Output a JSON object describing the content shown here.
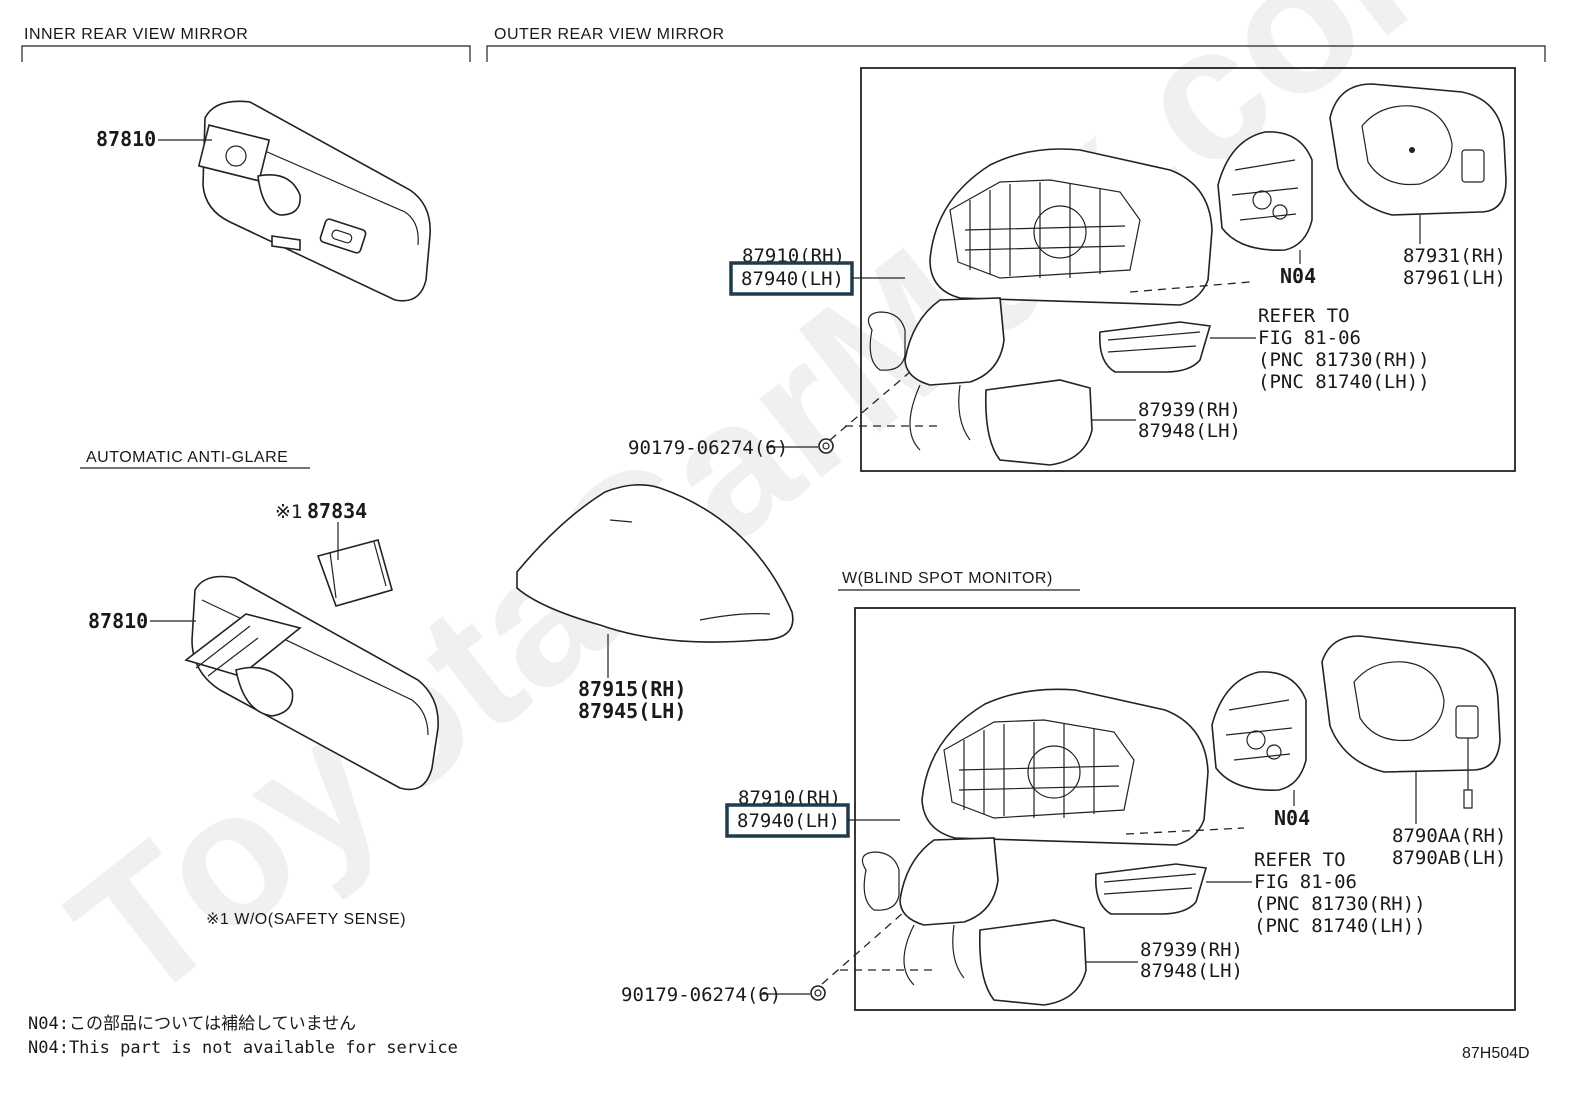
{
  "sections": {
    "inner": {
      "heading": "INNER REAR VIEW MIRROR"
    },
    "outer": {
      "heading": "OUTER REAR VIEW MIRROR"
    },
    "anti_glare": {
      "heading": "AUTOMATIC ANTI-GLARE"
    },
    "bsm": {
      "heading": "W(BLIND SPOT MONITOR)"
    }
  },
  "inner_labels": {
    "mirror_top": "87810",
    "mirror_bottom": "87810",
    "cover_mark": "※1",
    "cover": "87834",
    "note_safety": "※1 W/O(SAFETY SENSE)"
  },
  "outer_top": {
    "assy_rh": "87910(RH)",
    "assy_lh": "87940(LH)",
    "actuator": "N04",
    "glass_rh": "87931(RH)",
    "glass_lh": "87961(LH)",
    "refer_1": "REFER TO",
    "refer_2": "FIG 81-06",
    "refer_3": "(PNC 81730(RH))",
    "refer_4": "(PNC 81740(LH))",
    "cover_rh": "87939(RH)",
    "cover_lh": "87948(LH)",
    "nut": "90179-06274(6)"
  },
  "mirror_cap": {
    "rh": "87915(RH)",
    "lh": "87945(LH)"
  },
  "outer_bottom": {
    "assy_rh": "87910(RH)",
    "assy_lh": "87940(LH)",
    "actuator": "N04",
    "glass_rh": "8790AA(RH)",
    "glass_lh": "8790AB(LH)",
    "refer_1": "REFER TO",
    "refer_2": "FIG 81-06",
    "refer_3": "(PNC 81730(RH))",
    "refer_4": "(PNC 81740(LH))",
    "cover_rh": "87939(RH)",
    "cover_lh": "87948(LH)",
    "nut": "90179-06274(6)"
  },
  "notes": {
    "jp": "N04:この部品については補給していません",
    "en": "N04:This part is not available for service"
  },
  "figure_code": "87H504D",
  "watermark": "ToyotaCarMax.com",
  "colors": {
    "line": "#222222",
    "highlight": "#1f3b4d"
  }
}
